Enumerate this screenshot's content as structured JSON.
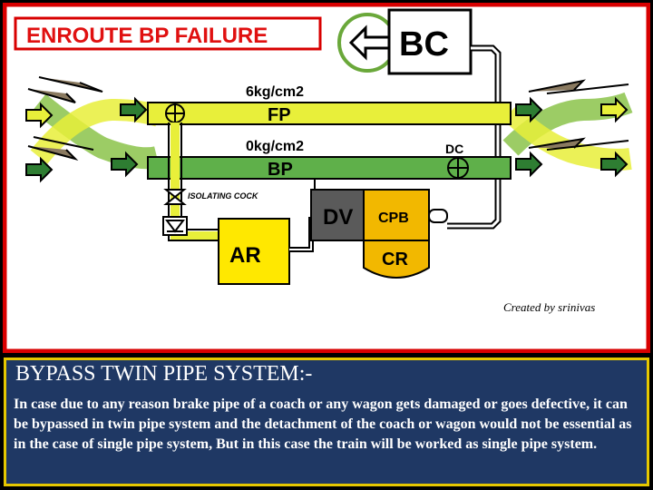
{
  "title": "ENROUTE BP FAILURE",
  "labels": {
    "bc": "BC",
    "fp_pressure": "6kg/cm2",
    "fp": "FP",
    "bp_pressure": "0kg/cm2",
    "bp": "BP",
    "dc": "DC",
    "isolating_cock": "ISOLATING COCK",
    "dv": "DV",
    "cpb": "CPB",
    "ar": "AR",
    "cr": "CR",
    "credit": "Created by srinivas"
  },
  "section": {
    "heading": "BYPASS TWIN PIPE SYSTEM:-",
    "body": "In case due to any reason brake pipe of a coach or any wagon gets damaged or goes defective, it can be bypassed in twin pipe system and the detachment of the coach or wagon would not be essential as in the case of single pipe system, But in this case the train will be worked as single pipe system."
  },
  "colors": {
    "border_red": "#d80000",
    "fp_pipe": "#e8ef3a",
    "bp_pipe": "#5fb04a",
    "bc_ring": "#6aa83a",
    "bottom_panel": "#1f3864",
    "bottom_border": "#e6c800",
    "reservoir": "#ffe800",
    "dv_box": "#5a5a5a",
    "cpb_cr_box": "#f2b800"
  }
}
